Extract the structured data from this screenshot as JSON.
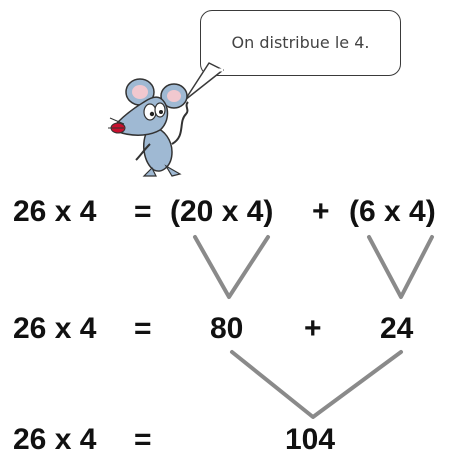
{
  "bubble": {
    "text": "On distribue le 4."
  },
  "row1": {
    "lhs": "26 x 4",
    "equals": "=",
    "term1": "(20 x 4)",
    "plus": "+",
    "term2": "(6 x 4)"
  },
  "row2": {
    "lhs": "26 x 4",
    "equals": "=",
    "value1": "80",
    "plus": "+",
    "value2": "24"
  },
  "row3": {
    "lhs": "26 x 4",
    "equals": "=",
    "result": "104"
  },
  "colors": {
    "connector": "#8a8a8a",
    "mouse_body": "#9fb9d3",
    "nose": "#c8102e"
  },
  "icons": {
    "mascot": "cartoon-mouse-icon"
  }
}
